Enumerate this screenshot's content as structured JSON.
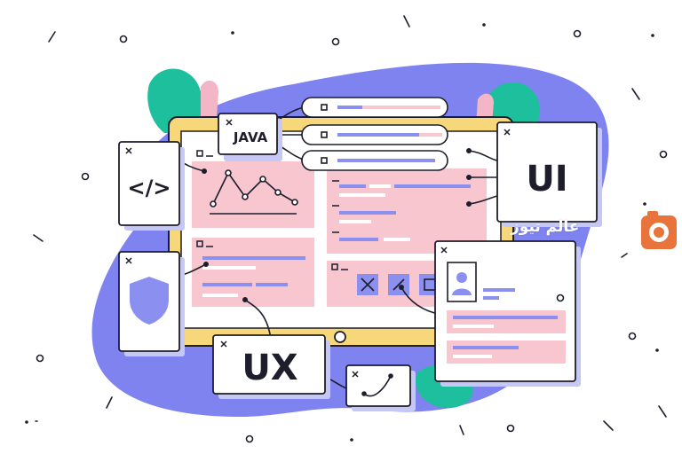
{
  "labels": {
    "java": "JAVA",
    "code": "</>",
    "ui": "UI",
    "ux": "UX",
    "watermark_text": "عالم تيوز"
  },
  "icons": [
    "close-icon",
    "code-icon",
    "shield-icon",
    "user-avatar-icon",
    "line-chart-icon",
    "curve-icon",
    "camera-logo-icon"
  ],
  "colors": {
    "blob_purple": "#7f83ef",
    "blob_teal": "#1dbf9d",
    "blob_pink": "#f2b6c6",
    "monitor_frame": "#f6d77a",
    "panel_pink": "#f7c6cf",
    "bar_purple": "#8b8ff0",
    "ink": "#1d1d2b",
    "logo_orange": "#e8743b"
  }
}
